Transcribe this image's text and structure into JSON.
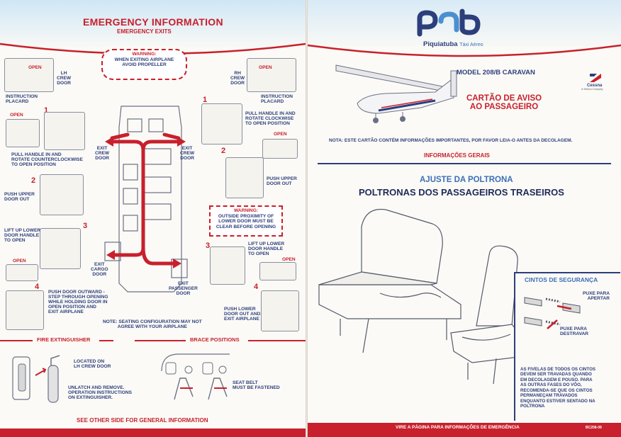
{
  "left": {
    "title": "EMERGENCY INFORMATION",
    "subtitle": "EMERGENCY EXITS",
    "warning_prop": [
      "WARNING:",
      "WHEN EXITING AIRPLANE",
      "AVOID PROPELLER"
    ],
    "lh_crew_door": [
      "LH",
      "CREW",
      "DOOR"
    ],
    "rh_crew_door": [
      "RH",
      "CREW",
      "DOOR"
    ],
    "open": "OPEN",
    "instruction_placard": [
      "INSTRUCTION",
      "PLACARD"
    ],
    "steps": [
      "1",
      "2",
      "3",
      "4"
    ],
    "left_steps": {
      "s1": [
        "PULL HANDLE IN AND",
        "ROTATE COUNTERCLOCKWISE",
        "TO OPEN POSITION"
      ],
      "s2": [
        "PUSH UPPER",
        "DOOR OUT"
      ],
      "s3": [
        "LIFT UP LOWER",
        "DOOR HANDLE",
        "TO OPEN"
      ],
      "s4": [
        "PUSH DOOR OUTWARD -",
        "STEP THROUGH OPENING",
        "WHILE HOLDING DOOR IN",
        "OPEN POSITION AND",
        "EXIT AIRPLANE"
      ]
    },
    "right_steps": {
      "s1": [
        "PULL HANDLE IN AND",
        "ROTATE CLOCKWISE",
        "TO OPEN POSITION"
      ],
      "s2": [
        "PUSH UPPER",
        "DOOR OUT"
      ],
      "s3": [
        "LIFT UP LOWER",
        "DOOR HANDLE",
        "TO OPEN"
      ],
      "s4": [
        "PUSH LOWER",
        "DOOR OUT AND",
        "EXIT AIRPLANE"
      ]
    },
    "exit_crew_door": [
      "EXIT",
      "CREW",
      "DOOR"
    ],
    "exit_cargo_door": [
      "EXIT",
      "CARGO",
      "DOOR"
    ],
    "exit_passenger_door": [
      "EXIT",
      "PASSENGER",
      "DOOR"
    ],
    "warning_lower": [
      "WARNING:",
      "OUTSIDE PROXIMITY OF",
      "LOWER DOOR MUST BE",
      "CLEAR BEFORE OPENING"
    ],
    "seating_note": [
      "NOTE: SEATING CONFIGURATION MAY NOT",
      "AGREE WITH YOUR AIRPLANE"
    ],
    "fire_title": "FIRE EXTINGUISHER",
    "fire_located": [
      "LOCATED ON",
      "LH CREW DOOR"
    ],
    "fire_unlatch": [
      "UNLATCH AND REMOVE.",
      "OPERATION INSTRUCTIONS",
      "ON EXTINGUISHER."
    ],
    "brace_title": "BRACE POSITIONS",
    "seat_belt": [
      "SEAT BELT",
      "MUST BE FASTENED"
    ],
    "footer": "SEE OTHER SIDE FOR GENERAL INFORMATION"
  },
  "right": {
    "brand": "Piquiatuba",
    "brand_sub": "Táxi Aéreo",
    "model": "MODEL 208/B CARAVAN",
    "cessna": "Cessna",
    "cessna_sub": "A Textron Company",
    "card_title": [
      "CARTÃO DE AVISO",
      "AO PASSAGEIRO"
    ],
    "nota": "NOTA: ESTE CARTÃO CONTÉM INFORMAÇÕES IMPORTANTES, POR FAVOR LEIA-O ANTES DA DECOLAGEM.",
    "general": "INFORMAÇÕES GERAIS",
    "seat_adjust": "AJUSTE DA POLTRONA",
    "rear_seats": "POLTRONAS DOS PASSAGEIROS TRASEIROS",
    "belts_title": "CINTOS DE SEGURANÇA",
    "push_to_fasten": [
      "PUXE PARA",
      "APERTAR"
    ],
    "push_to_unlock": [
      "PUXE PARA",
      "DESTRAVAR"
    ],
    "belt_text": [
      "AS FIVELAS DE TODOS OS CINTOS",
      "DEVEM SER TRAVADAS QUANDO",
      "EM DECOLAGEM E POUSO. PARA",
      "AS OUTRAS FASES DO VÔO,",
      "RECOMENDA-SE QUE OS CINTOS",
      "PERMANEÇAM TRAVADOS",
      "ENQUANTO ESTIVER SENTADO NA",
      "POLTRONA"
    ],
    "footer": "VIRE A PÁGINA PARA INFORMAÇÕES DE EMERGÊNCIA",
    "code": "BC208-09"
  },
  "colors": {
    "red": "#c8202c",
    "navy": "#2d3e7c",
    "sky": "#4c8fd0"
  }
}
